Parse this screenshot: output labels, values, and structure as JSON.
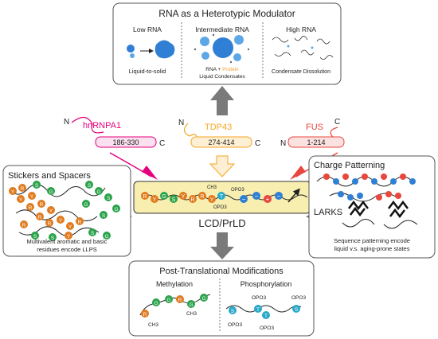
{
  "rna_panel": {
    "title": "RNA as a Heterotypic Modulator",
    "low": {
      "label": "Low RNA",
      "caption": "Liquid-to-solid"
    },
    "intermediate": {
      "label": "Intermediate RNA",
      "caption_part1": "RNA + ",
      "caption_protein": "Protein",
      "caption_line2": "Liquid Condensates"
    },
    "high": {
      "label": "High RNA",
      "caption": "Condensate Dissolution"
    }
  },
  "proteins": [
    {
      "name": "hnRNPA1",
      "n": "N",
      "c": "C",
      "range": "186-330",
      "color": "#e6007e",
      "fill": "#fbe0ef"
    },
    {
      "name": "TDP43",
      "n": "N",
      "c": "C",
      "range": "274-414",
      "color": "#f5a623",
      "fill": "#fdefd3"
    },
    {
      "name": "FUS",
      "n": "N",
      "c": "C",
      "range": "1-214",
      "color": "#e8473e",
      "fill": "#fbe1df"
    }
  ],
  "center": {
    "label": "LCD/PrLD",
    "residues": [
      "R",
      "Y",
      "G",
      "S",
      "Y",
      "R",
      "R",
      "Y",
      "T"
    ],
    "mods": {
      "ch3": "CH3",
      "opo3_a": "OPO3",
      "opo3_b": "OPO3"
    },
    "charges": [
      "−",
      "−",
      "+",
      "−"
    ]
  },
  "stickers": {
    "title": "Stickers and Spacers",
    "caption_line1": "Multivalent aromatic and basic",
    "caption_line2": "residues encode LLPS",
    "residues": [
      "Y",
      "R",
      "Y",
      "Y",
      "R",
      "R",
      "Y",
      "R",
      "R",
      "Y",
      "Y",
      "R",
      "Y",
      "R"
    ],
    "spacers": [
      "S",
      "G",
      "S",
      "G",
      "S",
      "G",
      "S",
      "G",
      "S",
      "G",
      "S",
      "S"
    ]
  },
  "charge": {
    "title": "Charge Patterning",
    "larks": "LARKS",
    "caption_line1": "Sequence patterning encode",
    "caption_line2": "liquid v.s. aging-prone states"
  },
  "ptm": {
    "title": "Post-Translational Modifications",
    "methylation": {
      "label": "Methylation",
      "residues": [
        "R",
        "G",
        "G",
        "R",
        "G",
        "G"
      ],
      "ch3": "CH3"
    },
    "phosphorylation": {
      "label": "Phosphorylation",
      "residues": [
        "S",
        "T",
        "T",
        "S"
      ],
      "opo3": "OPO3"
    }
  },
  "colors": {
    "orange": "#e07b1f",
    "green": "#2aa34a",
    "teal": "#29a9c8",
    "red": "#e8473e",
    "blue": "#2f7fd4",
    "gray": "#7a7a7a",
    "center_fill": "#f7eeb0"
  }
}
